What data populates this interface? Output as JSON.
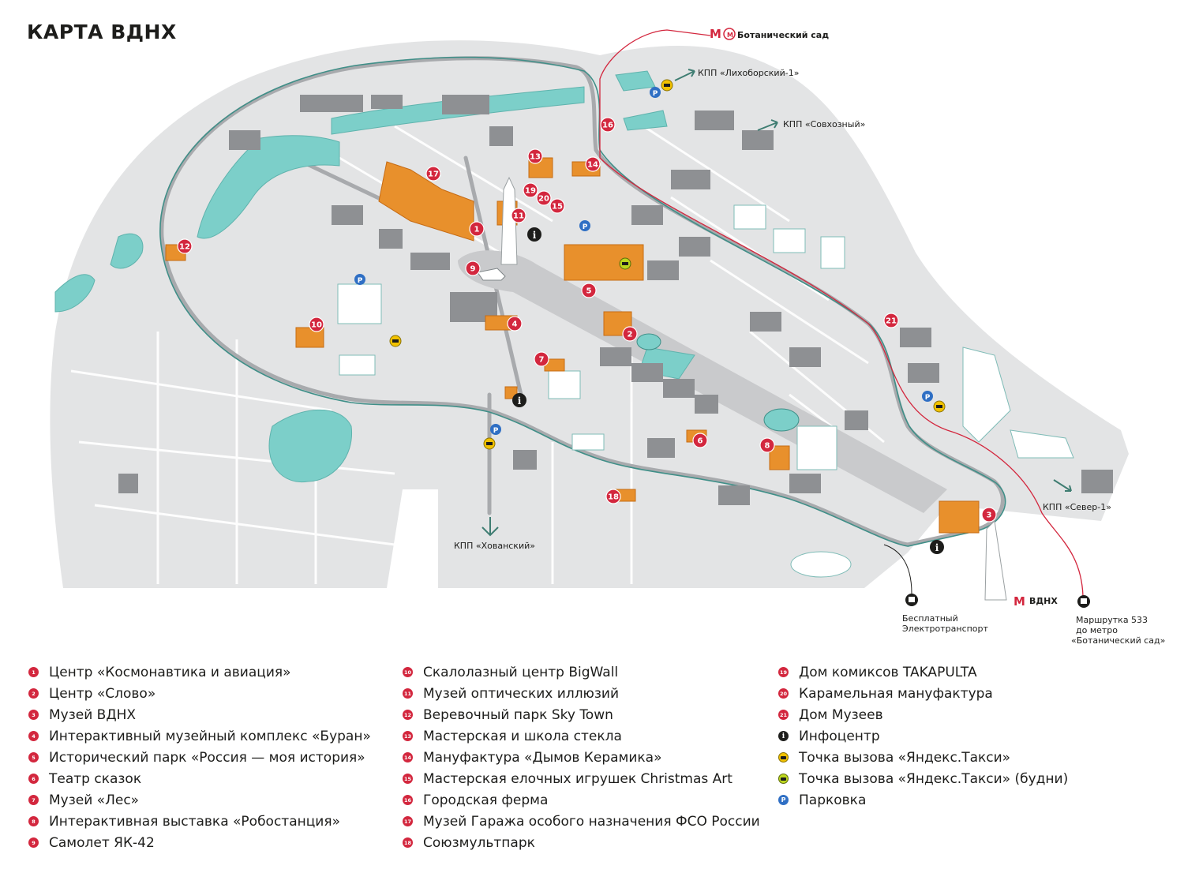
{
  "title": "КАРТА ВДНХ",
  "map_labels": {
    "metro_botanical": "Ботанический сад",
    "kpp_likhoborsky": "КПП «Лихоборский-1»",
    "kpp_sovkhozny": "КПП «Совхозный»",
    "kpp_khovansky": "КПП «Хованский»",
    "kpp_sever": "КПП «Север-1»",
    "metro_vdnh": "ВДНХ",
    "free_transport": [
      "Бесплатный",
      "Электротранспорт"
    ],
    "minibus": [
      "Маршрутка 533",
      "до метро",
      "«Ботанический сад»"
    ]
  },
  "markers": [
    "1",
    "2",
    "3",
    "4",
    "5",
    "6",
    "7",
    "8",
    "9",
    "10",
    "11",
    "12",
    "13",
    "14",
    "15",
    "16",
    "17",
    "18",
    "19",
    "20",
    "21"
  ],
  "legend": {
    "col1": [
      {
        "num": "1",
        "label": "Центр «Космонавтика и авиация»"
      },
      {
        "num": "2",
        "label": "Центр «Слово»"
      },
      {
        "num": "3",
        "label": "Музей ВДНХ"
      },
      {
        "num": "4",
        "label": "Интерактивный музейный комплекс «Буран»"
      },
      {
        "num": "5",
        "label": "Исторический парк «Россия — моя история»"
      },
      {
        "num": "6",
        "label": "Театр сказок"
      },
      {
        "num": "7",
        "label": "Музей «Лес»"
      },
      {
        "num": "8",
        "label": "Интерактивная выставка «Робостанция»"
      },
      {
        "num": "9",
        "label": "Самолет ЯК-42"
      }
    ],
    "col2": [
      {
        "num": "10",
        "label": "Скалолазный центр BigWall"
      },
      {
        "num": "11",
        "label": "Музей оптических иллюзий"
      },
      {
        "num": "12",
        "label": "Веревочный парк Sky Town"
      },
      {
        "num": "13",
        "label": "Мастерская и школа стекла"
      },
      {
        "num": "14",
        "label": "Мануфактура «Дымов Керамика»"
      },
      {
        "num": "15",
        "label": "Мастерская елочных игрушек Christmas Art"
      },
      {
        "num": "16",
        "label": "Городская ферма"
      },
      {
        "num": "17",
        "label": "Музей Гаража особого назначения ФСО России"
      },
      {
        "num": "18",
        "label": "Союзмультпарк"
      }
    ],
    "col3": [
      {
        "num": "19",
        "label": "Дом комиксов TAKAPULTA"
      },
      {
        "num": "20",
        "label": "Карамельная мануфактура"
      },
      {
        "num": "21",
        "label": "Дом Музеев"
      }
    ],
    "info": {
      "icon": "info-icon",
      "label": "Инфоцентр"
    },
    "taxi": {
      "icon": "taxi-icon",
      "label": "Точка вызова «Яндекс.Такси»"
    },
    "taxi_weekdays": {
      "icon": "taxi-weekdays-icon",
      "label": "Точка вызова «Яндекс.Такси» (будни)"
    },
    "parking": {
      "icon": "parking-icon",
      "letter": "P",
      "label": "Парковка"
    }
  },
  "colors": {
    "territory": "#e3e4e5",
    "road": "#a8aaad",
    "building": "#8e9093",
    "water": "#7ccfc9",
    "marker": "#d3273e",
    "museum": "#e8902c",
    "taxi": "#f2c200",
    "taxi_weekdays": "#bcd61e",
    "parking": "#2f6fc4",
    "metro": "#d3273e",
    "arrow": "#3f7d72"
  }
}
